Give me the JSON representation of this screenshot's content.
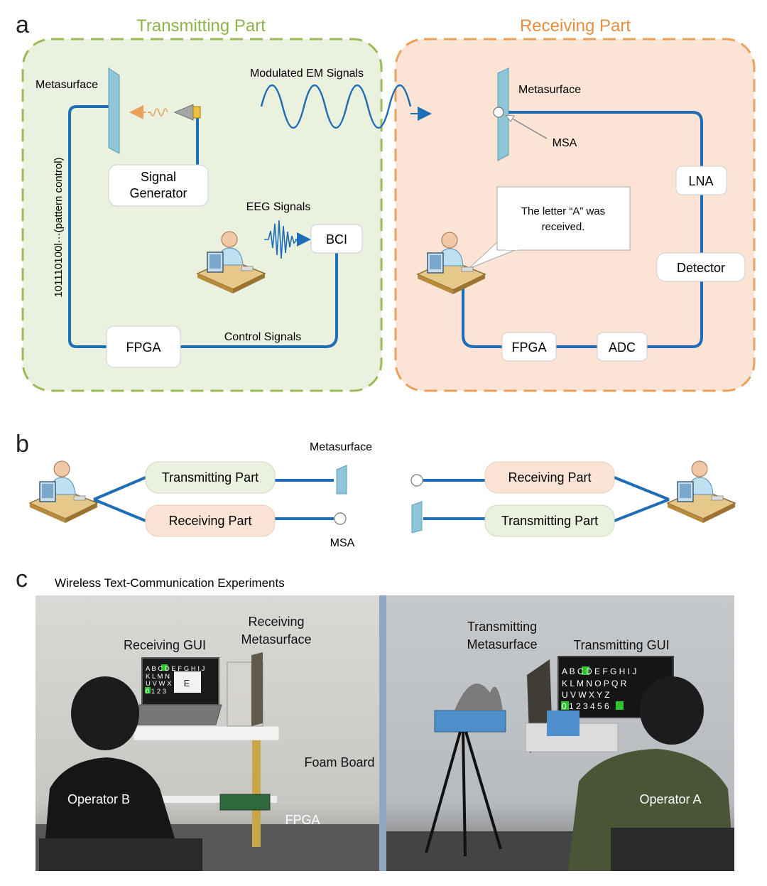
{
  "panel_a": {
    "letter": "a",
    "transmit_title": "Transmitting Part",
    "receive_title": "Receiving Part",
    "tx": {
      "metasurface": "Metasurface",
      "signal_generator_line1": "Signal",
      "signal_generator_line2": "Generator",
      "eeg_signals": "EEG Signals",
      "bci": "BCI",
      "fpga": "FPGA",
      "control_signals": "Control Signals",
      "pattern_control": "101110100l···(pattern control)"
    },
    "modulated_em": "Modulated EM Signals",
    "rx": {
      "metasurface": "Metasurface",
      "msa": "MSA",
      "lna": "LNA",
      "detector": "Detector",
      "adc": "ADC",
      "fpga": "FPGA",
      "bubble_line1": "The letter “A” was",
      "bubble_line2": "received."
    },
    "colors": {
      "tx_bg": "#ebf1df",
      "tx_border": "#9bbb59",
      "rx_bg": "#fbe4d5",
      "rx_border": "#e9a15c",
      "wire": "#1f6db5"
    }
  },
  "panel_b": {
    "letter": "b",
    "metasurface": "Metasurface",
    "msa": "MSA",
    "left_tx": "Transmitting Part",
    "left_rx": "Receiving Part",
    "right_rx": "Receiving Part",
    "right_tx": "Transmitting Part"
  },
  "panel_c": {
    "letter": "c",
    "title": "Wireless Text-Communication Experiments",
    "receiving_gui": "Receiving GUI",
    "receiving_metasurface_line1": "Receiving",
    "receiving_metasurface_line2": "Metasurface",
    "foam_board": "Foam Board",
    "fpga": "FPGA",
    "operator_b": "Operator B",
    "transmitting_metasurface_line1": "Transmitting",
    "transmitting_metasurface_line2": "Metasurface",
    "transmitting_gui": "Transmitting GUI",
    "operator_a": "Operator A",
    "left_screen_rows": [
      "A B C D E F G H I J",
      "K L M N",
      "U V W X",
      "0 1 2 3"
    ],
    "left_screen_letter": "E",
    "right_screen_rows": [
      "A B C D E F G H I J",
      "K L M N O P Q R",
      "U V W X Y Z",
      "0 1 2 3 4 5 6"
    ]
  }
}
